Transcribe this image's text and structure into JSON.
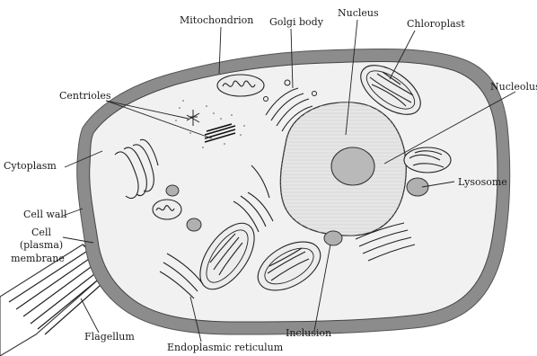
{
  "labels": {
    "mitochondrion": "Mitochondrion",
    "golgi": "Golgi body",
    "nucleus": "Nucleus",
    "chloroplast": "Chloroplast",
    "centrioles": "Centrioles",
    "nucleolus": "Nucleolus",
    "cytoplasm": "Cytoplasm",
    "lysosome": "Lysosome",
    "cell_wall": "Cell wall",
    "cell_membrane_line1": "Cell",
    "cell_membrane_line2": "(plasma)",
    "cell_membrane_line3": "membrane",
    "flagellum": "Flagellum",
    "inclusion": "Inclusion",
    "er": "Endoplasmic reticulum"
  },
  "colors": {
    "cell_wall": "#8c8c8c",
    "cytoplasm": "#f1f1f1",
    "nucleus": "#e6e6e6",
    "nucleolus": "#b9b9b9",
    "organelle_fill": "#ededed",
    "lysosome": "#b0b0b0",
    "ink": "#222222"
  }
}
